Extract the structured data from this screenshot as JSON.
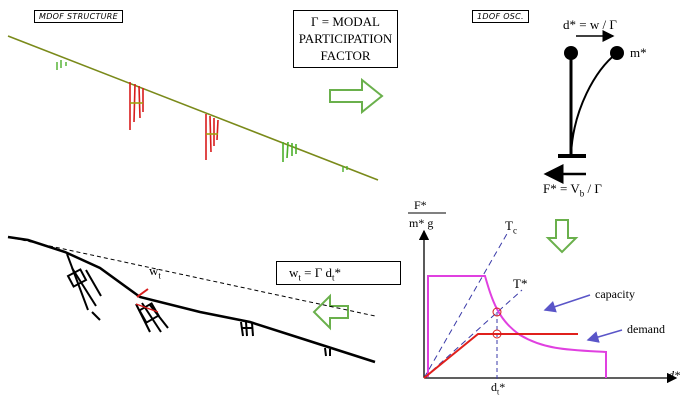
{
  "panels": {
    "mdof_label": "MDOF STRUCTURE",
    "onedof_label": "1DOF OSC."
  },
  "gamma_box": {
    "line1": "Γ = MODAL",
    "line2": "PARTICIPATION",
    "line3": "FACTOR"
  },
  "oscillator": {
    "displacement_base": "d* = w / Γ",
    "mass": "m*",
    "force_base": "F* = V",
    "force_sub": "b",
    "force_rest": " / Γ"
  },
  "wt_box": {
    "base": "w",
    "sub": "t",
    "eq": " = Γ d",
    "sub2": "t",
    "star": "*"
  },
  "section_label": {
    "base": "w",
    "sub": "t"
  },
  "chart": {
    "y_num": "F*",
    "y_den": "m* g",
    "tc_base": "T",
    "tc_sub": "c",
    "tstar": "T*",
    "capacity": "capacity",
    "demand": "demand",
    "x_axis": "d*",
    "dt_base": "d",
    "dt_sub": "t",
    "dt_star": "*"
  },
  "colors": {
    "demand_spectrum": "#e040e0",
    "capacity_curve": "#e0201c",
    "tower": "#d81c1c",
    "section_line": "#7a8a1a",
    "period_lines": "#3a3aa8",
    "arrow_green": "#6ab04c"
  }
}
